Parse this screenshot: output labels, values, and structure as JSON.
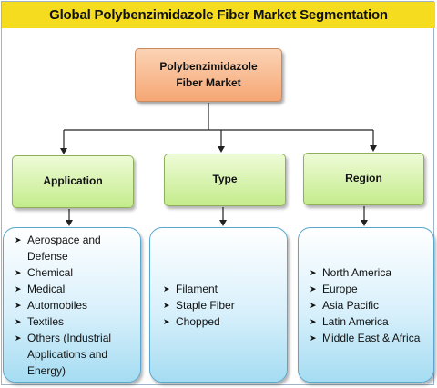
{
  "title": "Global Polybenzimidazole Fiber Market Segmentation",
  "root": {
    "label": "Polybenzimidazole Fiber Market"
  },
  "categories": [
    {
      "label": "Application",
      "items": [
        "Aerospace and Defense",
        "Chemical",
        "Medical",
        "Automobiles",
        "Textiles",
        "Others (Industrial Applications and Energy)"
      ]
    },
    {
      "label": "Type",
      "items": [
        "Filament",
        "Staple Fiber",
        "Chopped"
      ]
    },
    {
      "label": "Region",
      "items": [
        "North America",
        "Europe",
        "Asia Pacific",
        "Latin America",
        "Middle East & Africa"
      ]
    }
  ],
  "colors": {
    "title_bar": "#f5dc1e",
    "root_box": "#f6a774",
    "category_box": "#c4ec8c",
    "list_box": "#a5dcf2",
    "connector": "#222222"
  },
  "icons": {
    "bullet": "arrowhead-bullet-icon"
  }
}
